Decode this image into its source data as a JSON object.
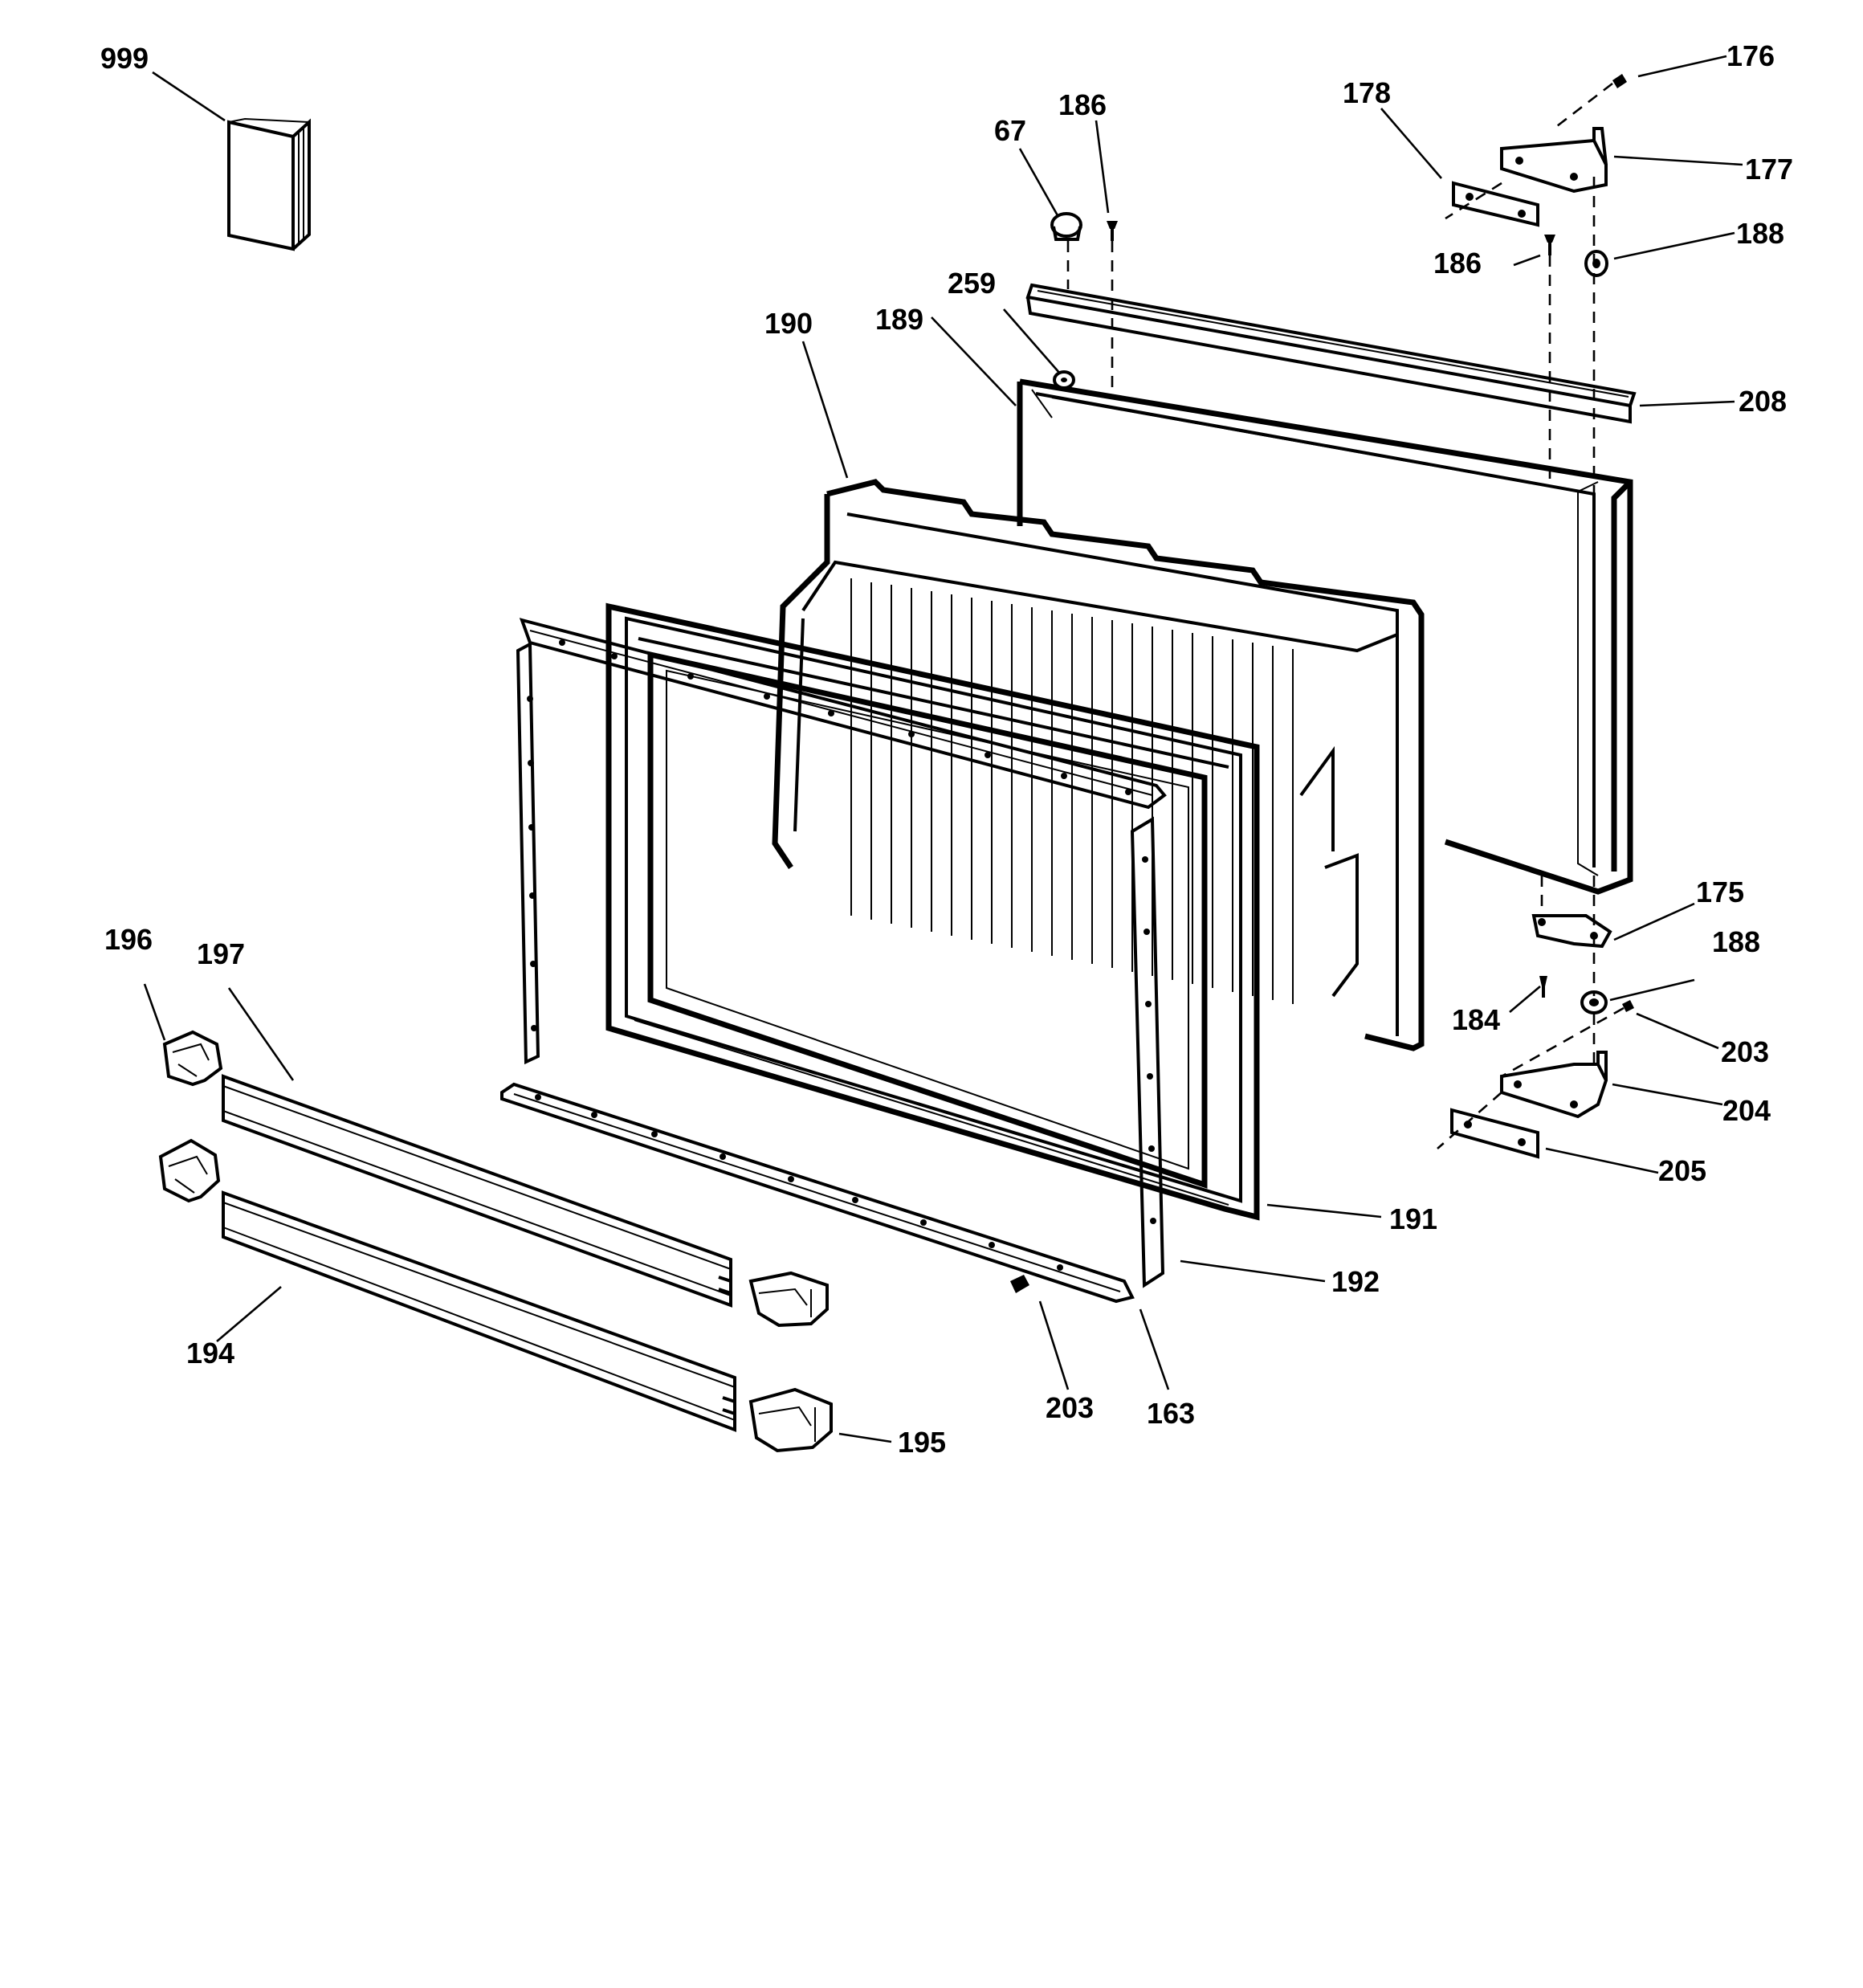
{
  "diagram": {
    "callouts": {
      "p999": "999",
      "p176": "176",
      "p178": "178",
      "p186_top": "186",
      "p67": "67",
      "p177": "177",
      "p188_top": "188",
      "p186_mid": "186",
      "p259": "259",
      "p190": "190",
      "p189": "189",
      "p208": "208",
      "p175": "175",
      "p188_low": "188",
      "p196": "196",
      "p197": "197",
      "p184": "184",
      "p203_right": "203",
      "p204": "204",
      "p205": "205",
      "p191": "191",
      "p192": "192",
      "p194": "194",
      "p203_bottom": "203",
      "p163": "163",
      "p195": "195"
    }
  }
}
